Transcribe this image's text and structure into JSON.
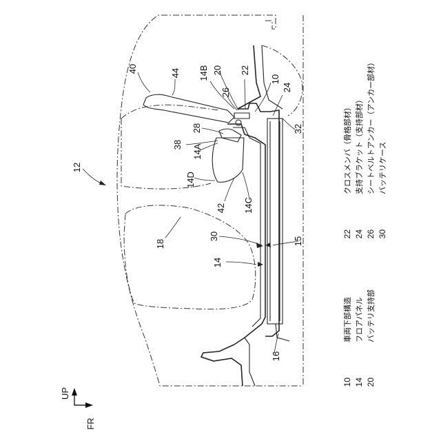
{
  "labels": {
    "l10": "10",
    "l12": "12",
    "l14": "14",
    "l14A": "14A",
    "l14B": "14B",
    "l14C": "14C",
    "l14D": "14D",
    "l15": "15",
    "l16": "16",
    "l18": "18",
    "l20": "20",
    "l22": "22",
    "l24": "24",
    "l26": "26",
    "l28": "28",
    "l30": "30",
    "l32": "32",
    "l38": "38",
    "l40": "40",
    "l42": "42",
    "l44": "44"
  },
  "legend": [
    {
      "num": "10",
      "text": "車両下部構造"
    },
    {
      "num": "14",
      "text": "フロアパネル"
    },
    {
      "num": "20",
      "text": "バッテリ支持部"
    },
    {
      "num": "22",
      "text": "クロスメンバ（骨格部材）"
    },
    {
      "num": "24",
      "text": "支持ブラケット（支持部材）"
    },
    {
      "num": "26",
      "text": "シートベルトアンカー（アンカー部材）"
    },
    {
      "num": "30",
      "text": "バッテリケース"
    }
  ],
  "direction": {
    "up": "UP",
    "fr": "FR"
  }
}
